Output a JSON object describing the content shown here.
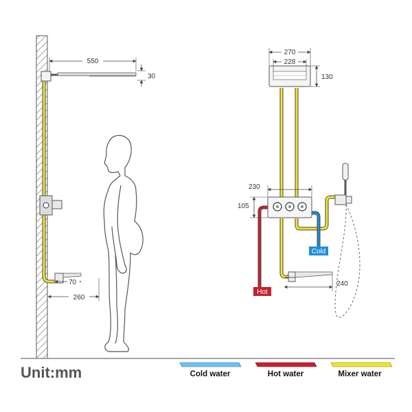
{
  "unit_label": "Unit:mm",
  "dimensions": {
    "arm_length": "550",
    "head_thickness": "30",
    "head_width_outer": "270",
    "head_width_inner": "228",
    "head_depth": "130",
    "panel_width": "230",
    "panel_height": "105",
    "spout_length": "70",
    "spout_offset": "260",
    "handshower_offset": "240"
  },
  "pipe_tags": {
    "hot": "Hot",
    "cold": "Cold"
  },
  "legend": [
    {
      "label": "Cold water",
      "color": "#6fc3ec"
    },
    {
      "label": "Hot water",
      "color": "#c8202e"
    },
    {
      "label": "Mixer water",
      "color": "#f1e52a"
    }
  ],
  "colors": {
    "cold": "#1f8ed6",
    "hot": "#c8202e",
    "mixer": "#f1e52a"
  }
}
